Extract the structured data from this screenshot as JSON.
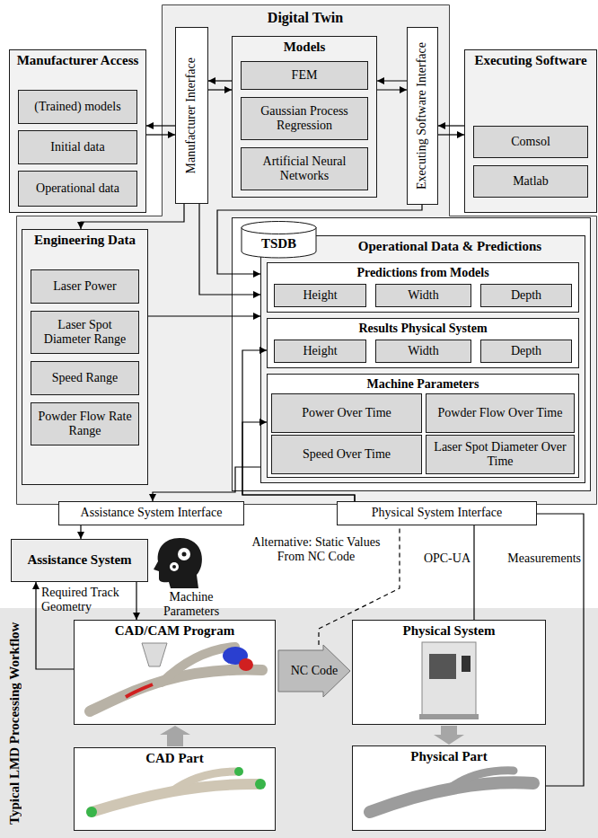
{
  "diagram": {
    "nodes": [
      {
        "text": [
          "Digital Twin"
        ]
      },
      {
        "text": [
          "Manufacturer Access"
        ]
      },
      {
        "text": [
          "(Trained) models"
        ],
        "in": 1
      },
      {
        "text": [
          "Initial data"
        ],
        "in": 1
      },
      {
        "text": [
          "Operational data"
        ],
        "in": 1
      },
      {
        "text": [
          "Manufacturer Interface"
        ],
        "in": 0
      },
      {
        "text": [
          "Models"
        ],
        "in": 0
      },
      {
        "text": [
          "FEM"
        ],
        "in": 6
      },
      {
        "text": [
          "Gaussian Process Regression"
        ],
        "in": 6
      },
      {
        "text": [
          "Artificial Neural Networks"
        ],
        "in": 6
      },
      {
        "text": [
          "Executing Software Interface"
        ],
        "in": 0
      },
      {
        "text": [
          "Executing Software"
        ]
      },
      {
        "text": [
          "Comsol"
        ],
        "in": 11
      },
      {
        "text": [
          "Matlab"
        ],
        "in": 11
      },
      {
        "text": [
          "Engineering Data"
        ],
        "in": 0
      },
      {
        "text": [
          "Laser Power"
        ],
        "in": 14
      },
      {
        "text": [
          "Laser Spot Diameter Range"
        ],
        "in": 14
      },
      {
        "text": [
          "Speed Range"
        ],
        "in": 14
      },
      {
        "text": [
          "Powder Flow Rate Range"
        ],
        "in": 14
      },
      {
        "text": [
          "TSDB"
        ],
        "in": 0
      },
      {
        "text": [
          "Operational Data & Predictions"
        ],
        "in": 0
      },
      {
        "text": [
          "Predictions from Models"
        ],
        "in": 20
      },
      {
        "text": [
          "Height"
        ],
        "in": 21
      },
      {
        "text": [
          "Width"
        ],
        "in": 21
      },
      {
        "text": [
          "Depth"
        ],
        "in": 21
      },
      {
        "text": [
          "Results Physical System"
        ],
        "in": 20
      },
      {
        "text": [
          "Height"
        ],
        "in": 25
      },
      {
        "text": [
          "Width"
        ],
        "in": 25
      },
      {
        "text": [
          "Depth"
        ],
        "in": 25
      },
      {
        "text": [
          "Machine Parameters"
        ],
        "in": 20
      },
      {
        "text": [
          "Power Over Time"
        ],
        "in": 29
      },
      {
        "text": [
          "Powder Flow Over Time"
        ],
        "in": 29
      },
      {
        "text": [
          "Speed Over Time"
        ],
        "in": 29
      },
      {
        "text": [
          "Laser Spot Diameter Over Time"
        ],
        "in": 29
      },
      {
        "text": [
          "Assistance System Interface"
        ]
      },
      {
        "text": [
          "Physical System Interface"
        ]
      },
      {
        "text": [
          "Assistance System"
        ]
      },
      {
        "text": [
          "Typical LMD Processing Workflow"
        ]
      },
      {
        "text": [
          "CAD/CAM Program"
        ],
        "in": 37
      },
      {
        "text": [
          "CAD Part"
        ],
        "in": 37
      },
      {
        "text": [
          "NC Code"
        ],
        "in": 37
      },
      {
        "text": [
          "Physical System"
        ],
        "in": 37
      },
      {
        "text": [
          "Physical Part"
        ],
        "in": 37
      }
    ],
    "edges": [
      {
        "from": 1,
        "to": 5,
        "arrow": "to"
      },
      {
        "from": 5,
        "to": 1,
        "arrow": "to"
      },
      {
        "from": 5,
        "to": 6,
        "arrow": "to"
      },
      {
        "from": 6,
        "to": 5,
        "arrow": "to"
      },
      {
        "from": 6,
        "to": 10,
        "arrow": "to"
      },
      {
        "from": 10,
        "to": 6,
        "arrow": "to"
      },
      {
        "from": 10,
        "to": 11,
        "arrow": "to"
      },
      {
        "from": 11,
        "to": 10,
        "arrow": "to"
      },
      {
        "from": 5,
        "to": 14,
        "arrow": "to"
      },
      {
        "from": 5,
        "to": 20,
        "arrow": "to"
      },
      {
        "from": 14,
        "to": 20,
        "arrow": "to"
      },
      {
        "from": 10,
        "to": 20,
        "arrow": "to"
      },
      {
        "from": 20,
        "to": 34,
        "arrow": "to"
      },
      {
        "from": 35,
        "to": 25,
        "arrow": "to"
      },
      {
        "from": 35,
        "to": 29,
        "arrow": "to"
      },
      {
        "from": 34,
        "to": 36,
        "arrow": "to"
      },
      {
        "from": 38,
        "to": 36,
        "label": "Required Track Geometry",
        "arrow": "to"
      },
      {
        "from": 36,
        "to": 38,
        "label": "Machine Parameters",
        "arrow": "to"
      },
      {
        "from": 40,
        "to": 35,
        "label": "Alternative: Static Values From NC Code",
        "arrow": "none"
      },
      {
        "from": 41,
        "to": 35,
        "label": "OPC-UA",
        "arrow": "none"
      },
      {
        "from": 42,
        "to": 35,
        "label": "Measurements",
        "arrow": "none"
      }
    ]
  }
}
